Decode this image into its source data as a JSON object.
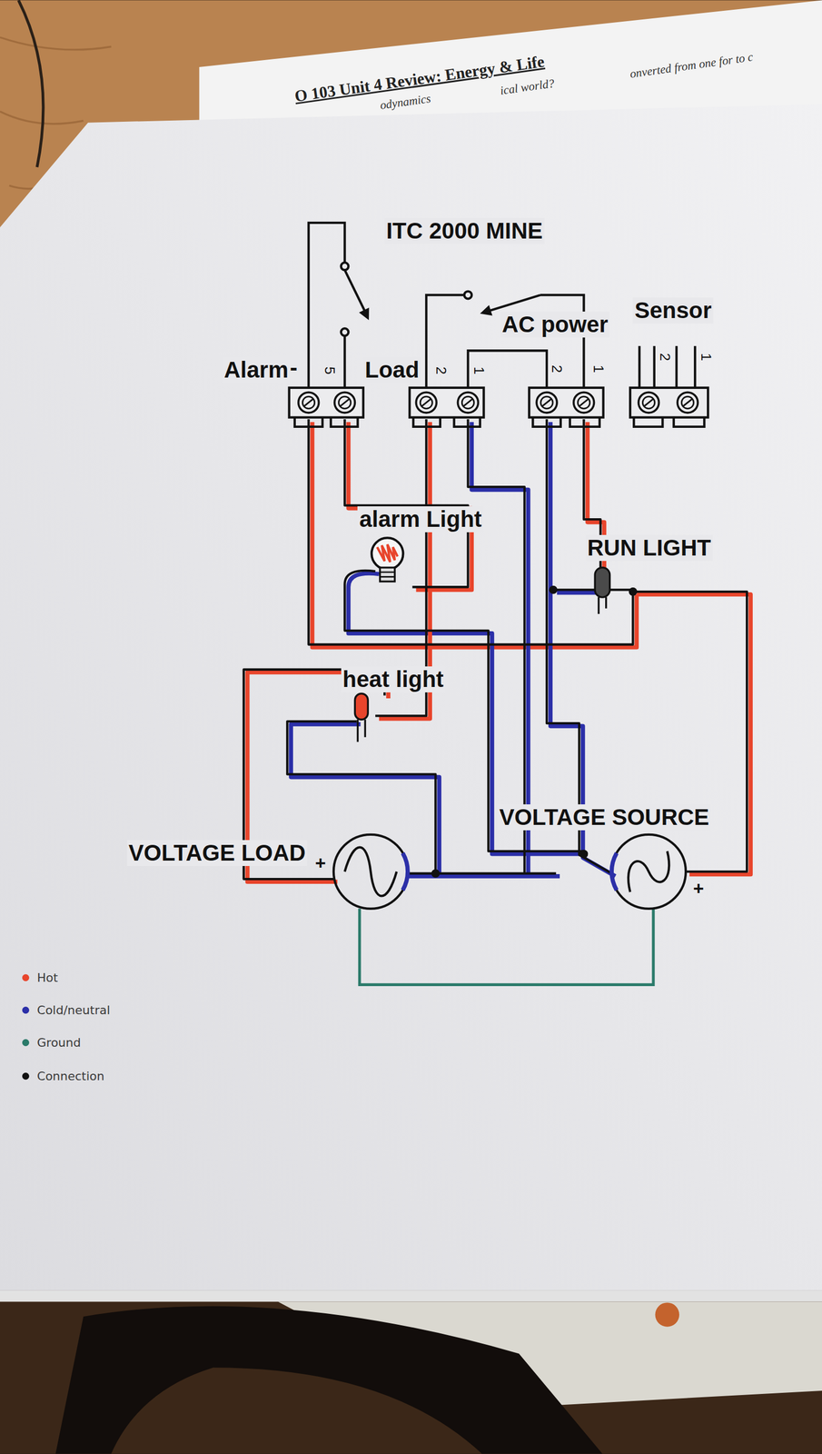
{
  "diagram": {
    "title": "ITC 2000 MINE",
    "labels": [
      "O 103 Unit 4 Review: Energy & Life",
      "odynamics",
      "ical world?",
      "onverted from one for to c",
      "Alarm",
      "-",
      "5",
      "Load",
      "2",
      "1",
      "AC power",
      "2",
      "1",
      "Sensor",
      "2",
      "1",
      "alarm Light",
      "RUN LIGHT",
      "heat light",
      "VOLTAGE SOURCE",
      "VOLTAGE LOAD",
      "+",
      "+"
    ],
    "legend": [
      {
        "text": "Hot",
        "color": "#e8452c"
      },
      {
        "text": "Cold/neutral",
        "color": "#2b2fa8"
      },
      {
        "text": "Ground",
        "color": "#2a7a6a"
      },
      {
        "text": "Connection",
        "color": "#111111"
      }
    ]
  }
}
